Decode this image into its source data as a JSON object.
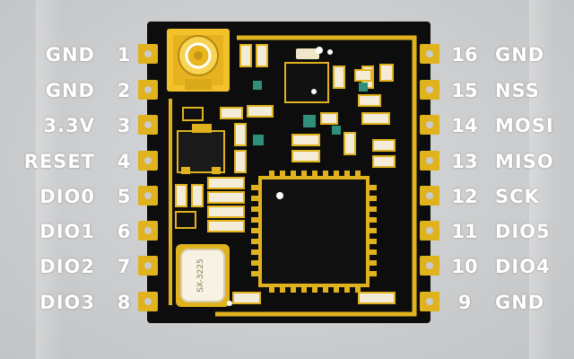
{
  "module": {
    "shield_marking": "SX-3225"
  },
  "left_pins": [
    {
      "number": "1",
      "name": "GND"
    },
    {
      "number": "2",
      "name": "GND"
    },
    {
      "number": "3",
      "name": "3.3V"
    },
    {
      "number": "4",
      "name": "RESET"
    },
    {
      "number": "5",
      "name": "DIO0"
    },
    {
      "number": "6",
      "name": "DIO1"
    },
    {
      "number": "7",
      "name": "DIO2"
    },
    {
      "number": "8",
      "name": "DIO3"
    }
  ],
  "right_pins": [
    {
      "number": "16",
      "name": "GND"
    },
    {
      "number": "15",
      "name": "NSS"
    },
    {
      "number": "14",
      "name": "MOSI"
    },
    {
      "number": "13",
      "name": "MISO"
    },
    {
      "number": "12",
      "name": "SCK"
    },
    {
      "number": "11",
      "name": "DIO5"
    },
    {
      "number": "10",
      "name": "DIO4"
    },
    {
      "number": "9",
      "name": "GND"
    }
  ],
  "colors": {
    "pcb": "#0d0d0d",
    "gold": "#e0b21e",
    "background": "#c9cbcd",
    "label": "#ffffff"
  }
}
